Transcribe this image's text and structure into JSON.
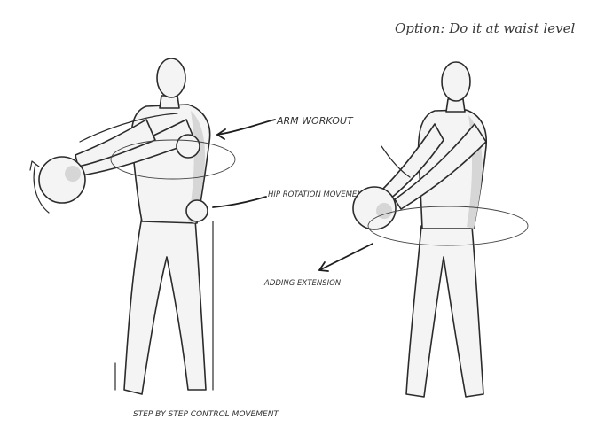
{
  "annotations": {
    "title": "Option: Do it at waist level",
    "arm_label": "ARM WORKOUT",
    "hip_label": "HIP ROTATION MOVEMENT",
    "sketch_label_right": "ADDING EXTENSION",
    "floor_label": "STEP BY STEP CONTROL MOVEMENT"
  },
  "figures": [
    {
      "name": "standing figure with arms extended holding weight",
      "pose": "arms-forward"
    },
    {
      "name": "standing figure holding weight at waist level",
      "pose": "arms-down"
    }
  ]
}
